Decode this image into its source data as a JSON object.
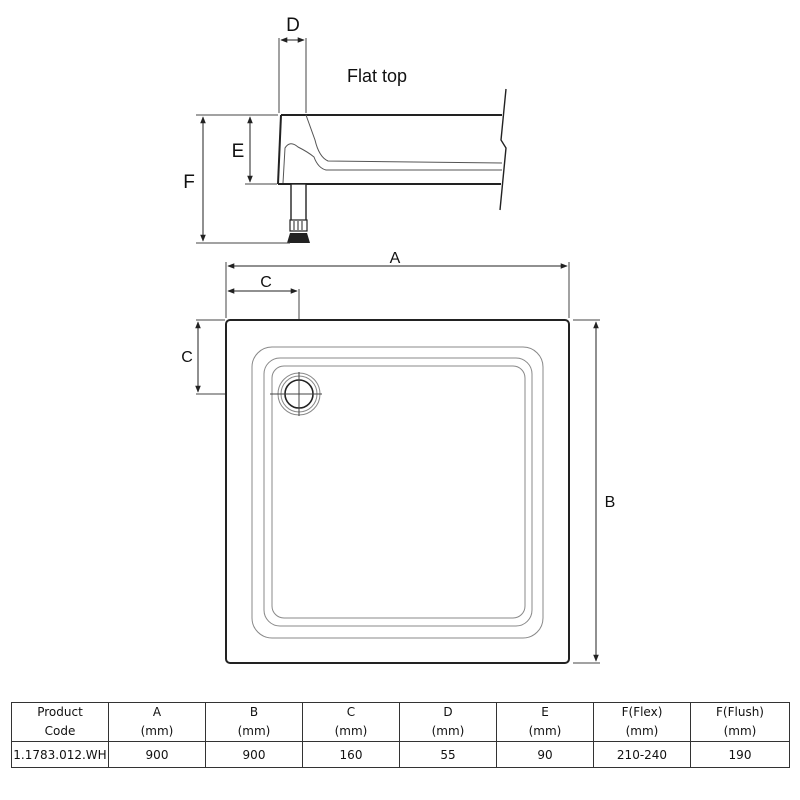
{
  "side_view": {
    "title": "Flat top",
    "labels": {
      "d": "D",
      "e": "E",
      "f": "F"
    }
  },
  "plan_view": {
    "labels": {
      "a": "A",
      "b": "B",
      "c_horizontal": "C",
      "c_vertical": "C"
    }
  },
  "colors": {
    "line_dark": "#222222",
    "line_light": "#888888",
    "background": "#ffffff"
  },
  "table": {
    "headers": [
      {
        "line1": "Product",
        "line2": "Code"
      },
      {
        "line1": "A",
        "line2": "(mm)"
      },
      {
        "line1": "B",
        "line2": "(mm)"
      },
      {
        "line1": "C",
        "line2": "(mm)"
      },
      {
        "line1": "D",
        "line2": "(mm)"
      },
      {
        "line1": "E",
        "line2": "(mm)"
      },
      {
        "line1": "F(Flex)",
        "line2": "(mm)"
      },
      {
        "line1": "F(Flush)",
        "line2": "(mm)"
      }
    ],
    "rows": [
      [
        "1.1783.012.WH",
        "900",
        "900",
        "160",
        "55",
        "90",
        "210-240",
        "190"
      ]
    ]
  }
}
